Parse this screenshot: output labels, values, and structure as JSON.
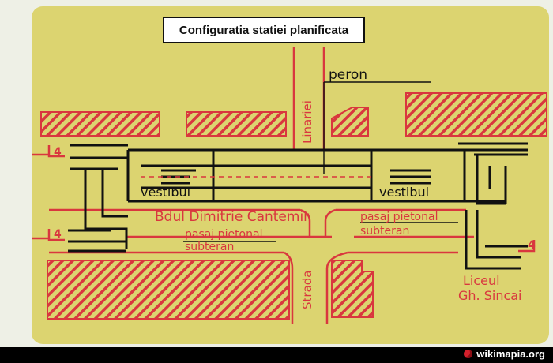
{
  "map": {
    "title": "Configuratia statiei planificata",
    "labels": {
      "peron": "peron",
      "linariei": "Linariei",
      "vestibul_left": "vestibul",
      "vestibul_right": "vestibul",
      "boulevard": "Bdul Dimitrie Cantemir",
      "pasaj_left_1": "pasaj pietonal",
      "pasaj_left_2": "subteran",
      "pasaj_right_1": "pasaj pietonal",
      "pasaj_right_2": "subteran",
      "strada": "Strada",
      "liceul_1": "Liceul",
      "liceul_2": "Gh. Sincai",
      "section_mark": "4"
    },
    "colors": {
      "paper": "#dcd470",
      "ink_red": "#d9373e",
      "ink_black": "#111111"
    }
  },
  "footer": {
    "brand": "wikimapia.org",
    "icon": "wikimapia-logo-icon"
  }
}
